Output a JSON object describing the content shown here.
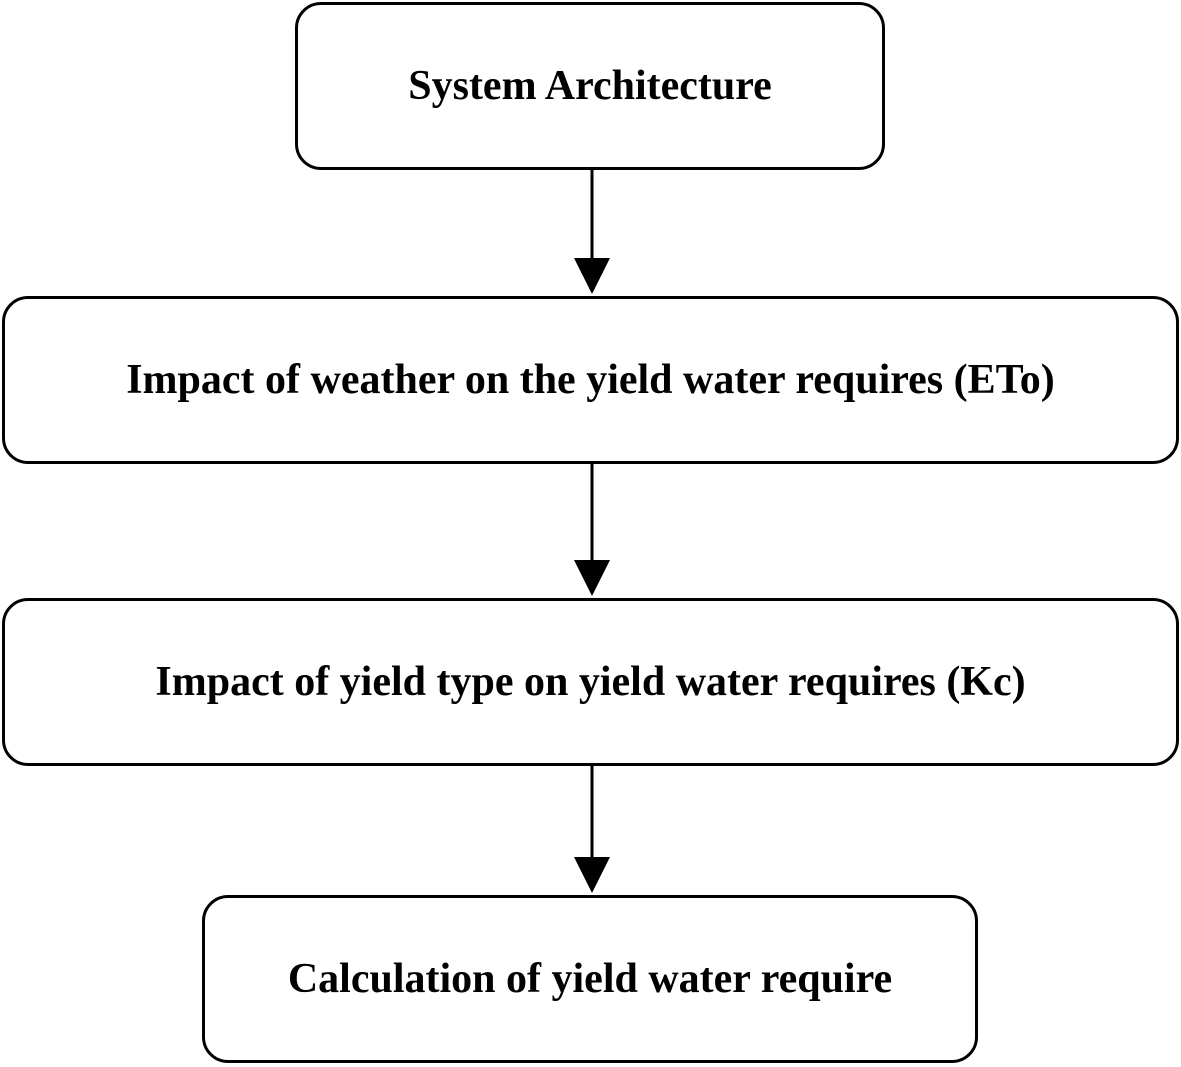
{
  "diagram": {
    "nodes": [
      {
        "id": "system-architecture",
        "label": "System Architecture"
      },
      {
        "id": "weather-impact",
        "label": "Impact of weather on the yield water requires (ETo)"
      },
      {
        "id": "yield-type-impact",
        "label": "Impact of yield type on yield water requires (Kc)"
      },
      {
        "id": "calculation",
        "label": "Calculation of yield water require"
      }
    ],
    "edges": [
      {
        "from": "system-architecture",
        "to": "weather-impact"
      },
      {
        "from": "weather-impact",
        "to": "yield-type-impact"
      },
      {
        "from": "yield-type-impact",
        "to": "calculation"
      }
    ],
    "colors": {
      "stroke": "#000000",
      "fill": "#ffffff",
      "text": "#000000"
    }
  }
}
